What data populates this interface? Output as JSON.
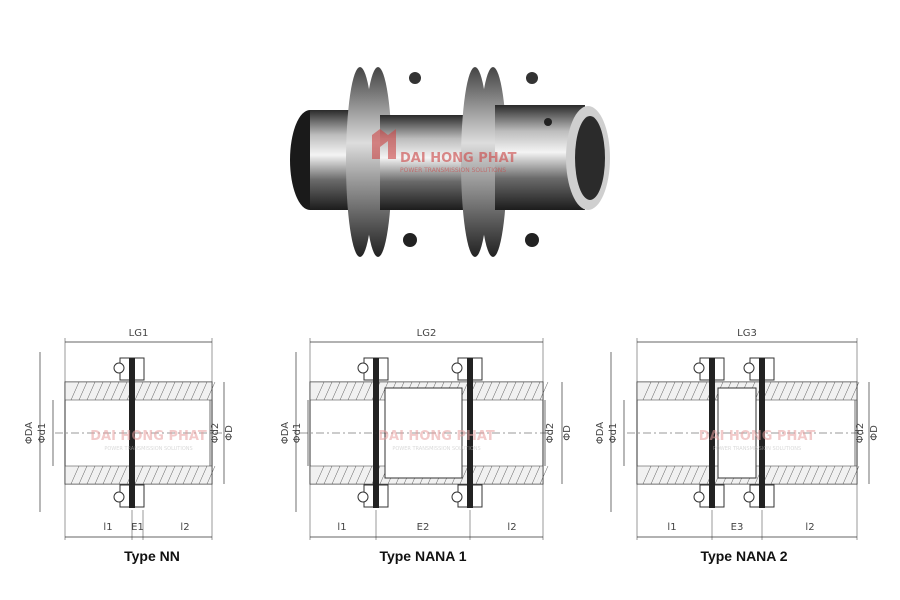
{
  "watermark": {
    "brand": "DAI HONG PHAT",
    "tagline": "POWER TRANSMISSION SOLUTIONS"
  },
  "diagrams": [
    {
      "title": "Type NN",
      "length_label": "LG1",
      "gap_label": "E1",
      "dims": {
        "da": "ΦDA",
        "d1": "Φd1",
        "d2": "Φd2",
        "D": "ΦD",
        "l1": "l1",
        "l2": "l2"
      }
    },
    {
      "title": "Type NANA 1",
      "length_label": "LG2",
      "gap_label": "E2",
      "dims": {
        "da": "ΦDA",
        "d1": "Φd1",
        "d2": "Φd2",
        "D": "ΦD",
        "l1": "l1",
        "l2": "l2"
      }
    },
    {
      "title": "Type NANA 2",
      "length_label": "LG3",
      "gap_label": "E3",
      "dims": {
        "da": "ΦDA",
        "d1": "Φd1",
        "d2": "Φd2",
        "D": "ΦD",
        "l1": "l1",
        "l2": "l2"
      }
    }
  ],
  "colors": {
    "watermark": "#e8a0a0",
    "line": "#333333"
  }
}
